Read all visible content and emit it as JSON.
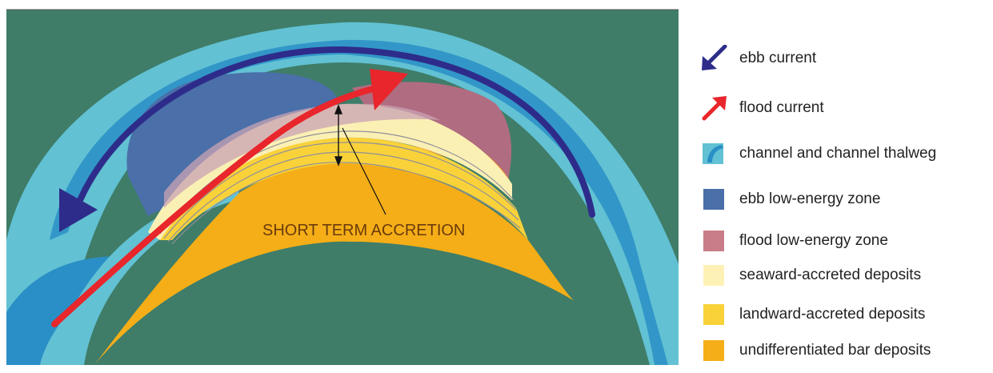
{
  "diagram": {
    "annotation": "SHORT TERM ACCRETION",
    "colors": {
      "background": "#3f7d69",
      "channel": "#62c1d3",
      "thalweg": "#2a8fc6",
      "ebb_arrow": "#2e2c8a",
      "flood_arrow": "#e8262c",
      "ebb_zone": "#4a6fa9",
      "flood_zone": "#b06c80",
      "seaward": "#fbf0b4",
      "landward": "#f9d23a",
      "undifferentiated": "#f5ae17",
      "orange_overlap": "#f08a2a"
    }
  },
  "legend": {
    "items": [
      {
        "label": "ebb current",
        "icon": "ebb-arrow-icon",
        "color": "#2e2c8a"
      },
      {
        "label": "flood current",
        "icon": "flood-arrow-icon",
        "color": "#e8262c"
      },
      {
        "label": "channel and channel thalweg",
        "icon": "channel-icon",
        "color": "#62c1d3"
      },
      {
        "label": "ebb low-energy zone",
        "icon": "swatch",
        "color": "#4a6fa9"
      },
      {
        "label": "flood low-energy zone",
        "icon": "swatch",
        "color": "#c97d88"
      },
      {
        "label": "seaward-accreted deposits",
        "icon": "swatch",
        "color": "#fdf1b6"
      },
      {
        "label": "landward-accreted deposits",
        "icon": "swatch",
        "color": "#f9d23a"
      },
      {
        "label": "undifferentiated bar deposits",
        "icon": "swatch",
        "color": "#f5ae17"
      }
    ]
  }
}
